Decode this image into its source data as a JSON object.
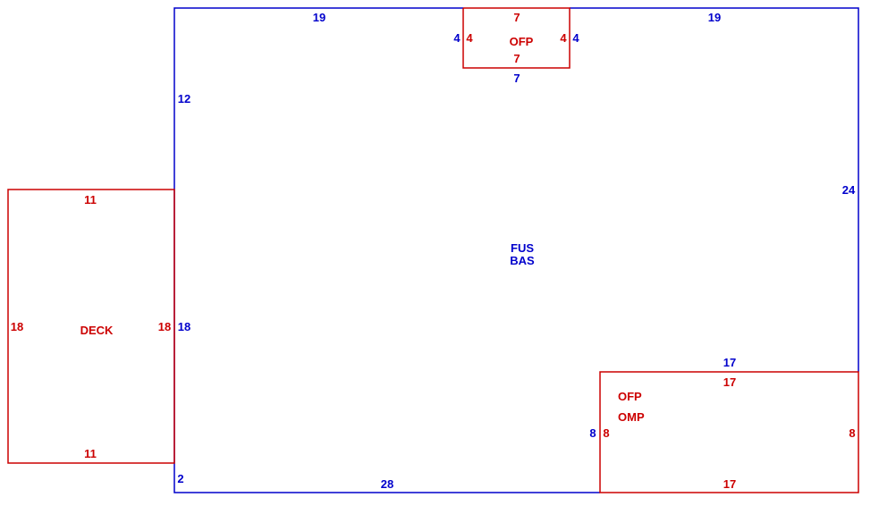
{
  "colors": {
    "main": "#0000cc",
    "addition": "#cc0000",
    "background": "#ffffff"
  },
  "main_structure": {
    "area_codes": [
      "FUS",
      "BAS"
    ],
    "dimensions": {
      "top_left": "19",
      "top_right": "19",
      "left_upper": "12",
      "left_lower": "18",
      "left_bottom": "2",
      "right": "24",
      "bottom": "28",
      "ofp_notch_bottom": "7",
      "ofp_notch_left": "4",
      "ofp_notch_right": "4",
      "omp_notch_top": "17",
      "omp_notch_left": "8"
    }
  },
  "additions": {
    "ofp_top": {
      "label": "OFP",
      "dimensions": {
        "top": "7",
        "bottom": "7",
        "left": "4",
        "right": "4"
      }
    },
    "deck": {
      "label": "DECK",
      "dimensions": {
        "top": "11",
        "bottom": "11",
        "left": "18",
        "right": "18"
      }
    },
    "ofp_omp": {
      "labels": [
        "OFP",
        "OMP"
      ],
      "dimensions": {
        "top": "17",
        "bottom": "17",
        "left": "8",
        "right": "8"
      }
    }
  }
}
